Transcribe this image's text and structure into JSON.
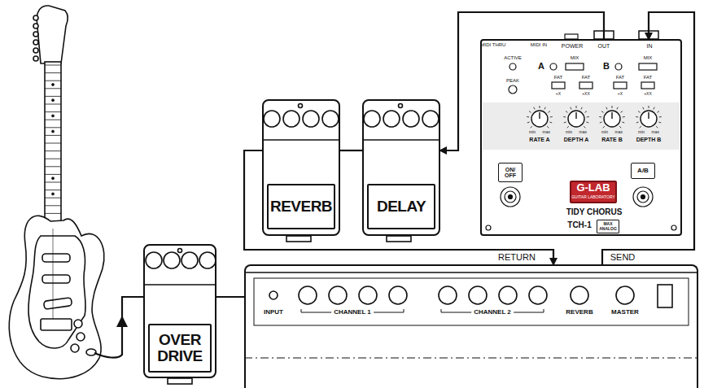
{
  "diagram": {
    "nodes": [
      {
        "text": [
          "REVERB"
        ]
      },
      {
        "text": [
          "DELAY"
        ]
      },
      {
        "text": [
          "MIDI THRU",
          "MIDI IN",
          "POWER",
          "OUT",
          "IN",
          "ACTIVE",
          "PEAK",
          "A",
          "MIX",
          "FAT",
          "FAT",
          "+X",
          "+XX",
          "B",
          "MIX",
          "FAT",
          "FAT",
          "+X",
          "+XX",
          "min max",
          "min max",
          "min max",
          "min max",
          "RATE A",
          "DEPTH A",
          "RATE B",
          "DEPTH B",
          "TIDY CHORUS",
          "TCH-1"
        ]
      },
      {
        "text": [
          "G-LAB",
          "GUITAR LABORATORY"
        ],
        "in": 2
      },
      {
        "text": [
          "MAX ANALOG"
        ],
        "in": 2
      },
      {
        "text": [
          "ON/ OFF"
        ],
        "in": 2
      },
      {
        "text": [
          "A/B"
        ],
        "in": 2
      },
      {
        "text": [
          "OVER DRIVE"
        ]
      },
      {
        "text": [
          "RETURN",
          "SEND",
          "INPUT",
          "CHANNEL 1",
          "CHANNEL 2",
          "REVERB",
          "MASTER"
        ]
      }
    ],
    "edges": [
      {
        "from": 7,
        "to": 8,
        "arrow": "none"
      },
      {
        "from": 8,
        "to": 2,
        "arrow": "to"
      },
      {
        "from": 2,
        "to": 1,
        "arrow": "to"
      },
      {
        "from": 1,
        "to": 0,
        "arrow": "none"
      },
      {
        "from": 0,
        "to": 8,
        "arrow": "to"
      }
    ]
  }
}
